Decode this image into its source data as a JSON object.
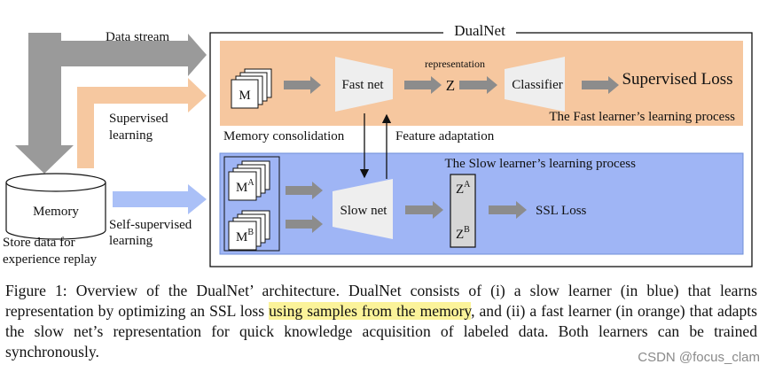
{
  "diagram": {
    "frame_title": "DualNet",
    "data_stream": "Data stream",
    "supervised_line1": "Supervised",
    "supervised_line2": "learning",
    "self_sup_line1": "Self-supervised",
    "self_sup_line2": "learning",
    "memory": "Memory",
    "store_line1": "Store data for",
    "store_line2": "experience replay",
    "memory_item": "M",
    "fast_net": "Fast net",
    "representation": "representation",
    "z": "Z",
    "classifier": "Classifier",
    "supervised_loss": "Supervised Loss",
    "fast_process": "The Fast learner’s learning process",
    "memory_consolidation": "Memory consolidation",
    "feature_adaptation": "Feature adaptation",
    "slow_process": "The Slow learner’s learning process",
    "m_a_base": "M",
    "m_a_sup": "A",
    "m_b_base": "M",
    "m_b_sup": "B",
    "slow_net": "Slow net",
    "z_a_base": "Z",
    "z_a_sup": "A",
    "z_b_base": "Z",
    "z_b_sup": "B",
    "ssl_loss": "SSL Loss",
    "colors": {
      "fast": "#f6c79f",
      "slow": "#9fb5f5",
      "gray_arrow": "#9a9a9a",
      "orange_arrow": "#f6c8a0",
      "blue_arrow": "#aac0f7"
    }
  },
  "caption": {
    "before": "Figure 1: Overview of the DualNet’ architecture. DualNet consists of (i) a slow learner (in blue) that learns representation by optimizing an SSL loss ",
    "highlight": "using samples from the memory",
    "after": ", and (ii) a fast learner (in orange) that adapts the slow net’s representation for quick knowledge acquisition of labeled data. Both learners can be trained synchronously."
  },
  "watermark": "CSDN @focus_clam"
}
